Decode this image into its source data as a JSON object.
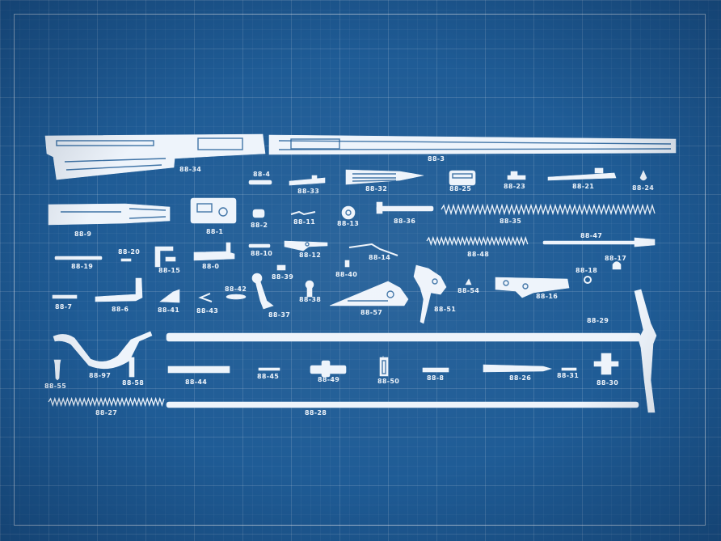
{
  "diagram": {
    "labels": [
      "88-34",
      "88-3",
      "88-4",
      "88-33",
      "88-32",
      "88-25",
      "88-23",
      "88-21",
      "88-24",
      "88-9",
      "88-1",
      "88-2",
      "88-11",
      "88-13",
      "88-36",
      "88-35",
      "88-19",
      "88-20",
      "88-15",
      "88-0",
      "88-10",
      "88-12",
      "88-14",
      "88-48",
      "88-47",
      "88-39",
      "88-40",
      "88-17",
      "88-18",
      "88-7",
      "88-6",
      "88-41",
      "88-43",
      "88-42",
      "88-37",
      "88-38",
      "88-57",
      "88-51",
      "88-54",
      "88-16",
      "88-29",
      "88-55",
      "88-97",
      "88-58",
      "88-44",
      "88-45",
      "88-49",
      "88-50",
      "88-8",
      "88-26",
      "88-31",
      "88-30",
      "88-27",
      "88-28"
    ]
  }
}
